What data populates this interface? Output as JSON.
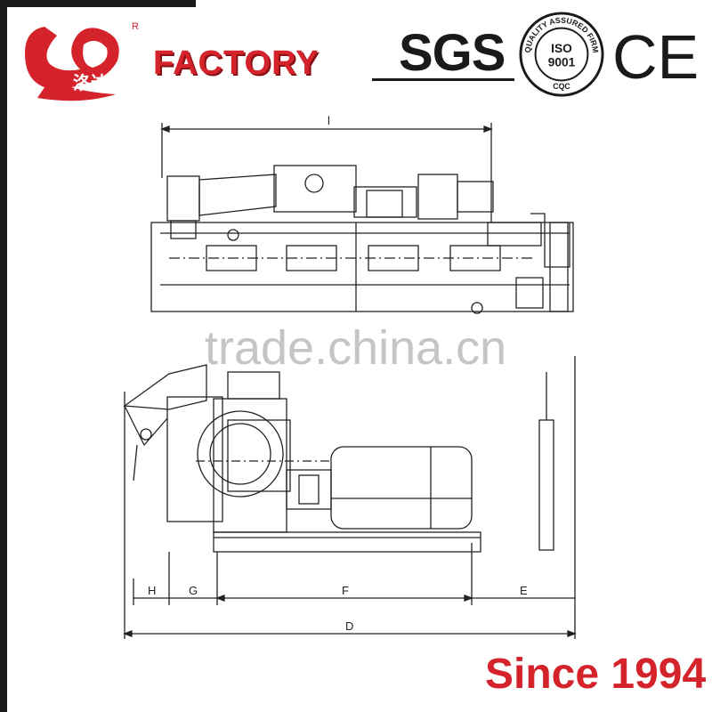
{
  "brand": {
    "logo_chars": "洛达",
    "registered_mark": "R",
    "headline": "FACTORY"
  },
  "certifications": {
    "sgs": "SGS",
    "iso_ring_text": "QUALITY ASSURED FIRM",
    "iso_line1": "ISO",
    "iso_line2": "9001",
    "iso_bottom": "CQC",
    "ce": "CE"
  },
  "diagram": {
    "dimension_labels": {
      "length": "l",
      "overall": "D",
      "h": "H",
      "g": "G",
      "f": "F",
      "e": "E"
    }
  },
  "watermark": "trade.china.cn",
  "tagline": "Since 1994",
  "colors": {
    "brand_red": "#d4232b",
    "ink": "#1a1a1a"
  }
}
